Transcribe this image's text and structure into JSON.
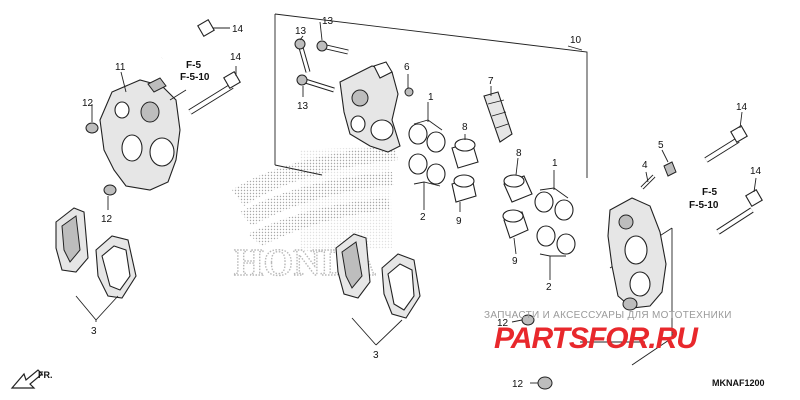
{
  "callouts": {
    "n1a": "1",
    "n1b": "1",
    "n2a": "2",
    "n2b": "2",
    "n3a": "3",
    "n3b": "3",
    "n4": "4",
    "n5": "5",
    "n6": "6",
    "n7": "7",
    "n8a": "8",
    "n8b": "8",
    "n9a": "9",
    "n9b": "9",
    "n10": "10",
    "n11": "11",
    "n12a": "12",
    "n12b": "12",
    "n12c": "12",
    "n12d": "12",
    "n13a": "13",
    "n13b": "13",
    "n13c": "13",
    "n14a": "14",
    "n14b": "14",
    "n14c": "14",
    "n14d": "14"
  },
  "references": {
    "left_1": "F-5",
    "left_2": "F-5-10",
    "right_1": "F-5",
    "right_2": "F-5-10"
  },
  "front_arrow": "FR.",
  "diagram_code": "MKNAF1200",
  "watermark": {
    "caption": "ЗАПЧАСТИ И АКСЕССУАРЫ ДЛЯ МОТОТЕХНИКИ",
    "logo": "PARTSFOR.RU"
  },
  "honda_logo": "HONDA"
}
